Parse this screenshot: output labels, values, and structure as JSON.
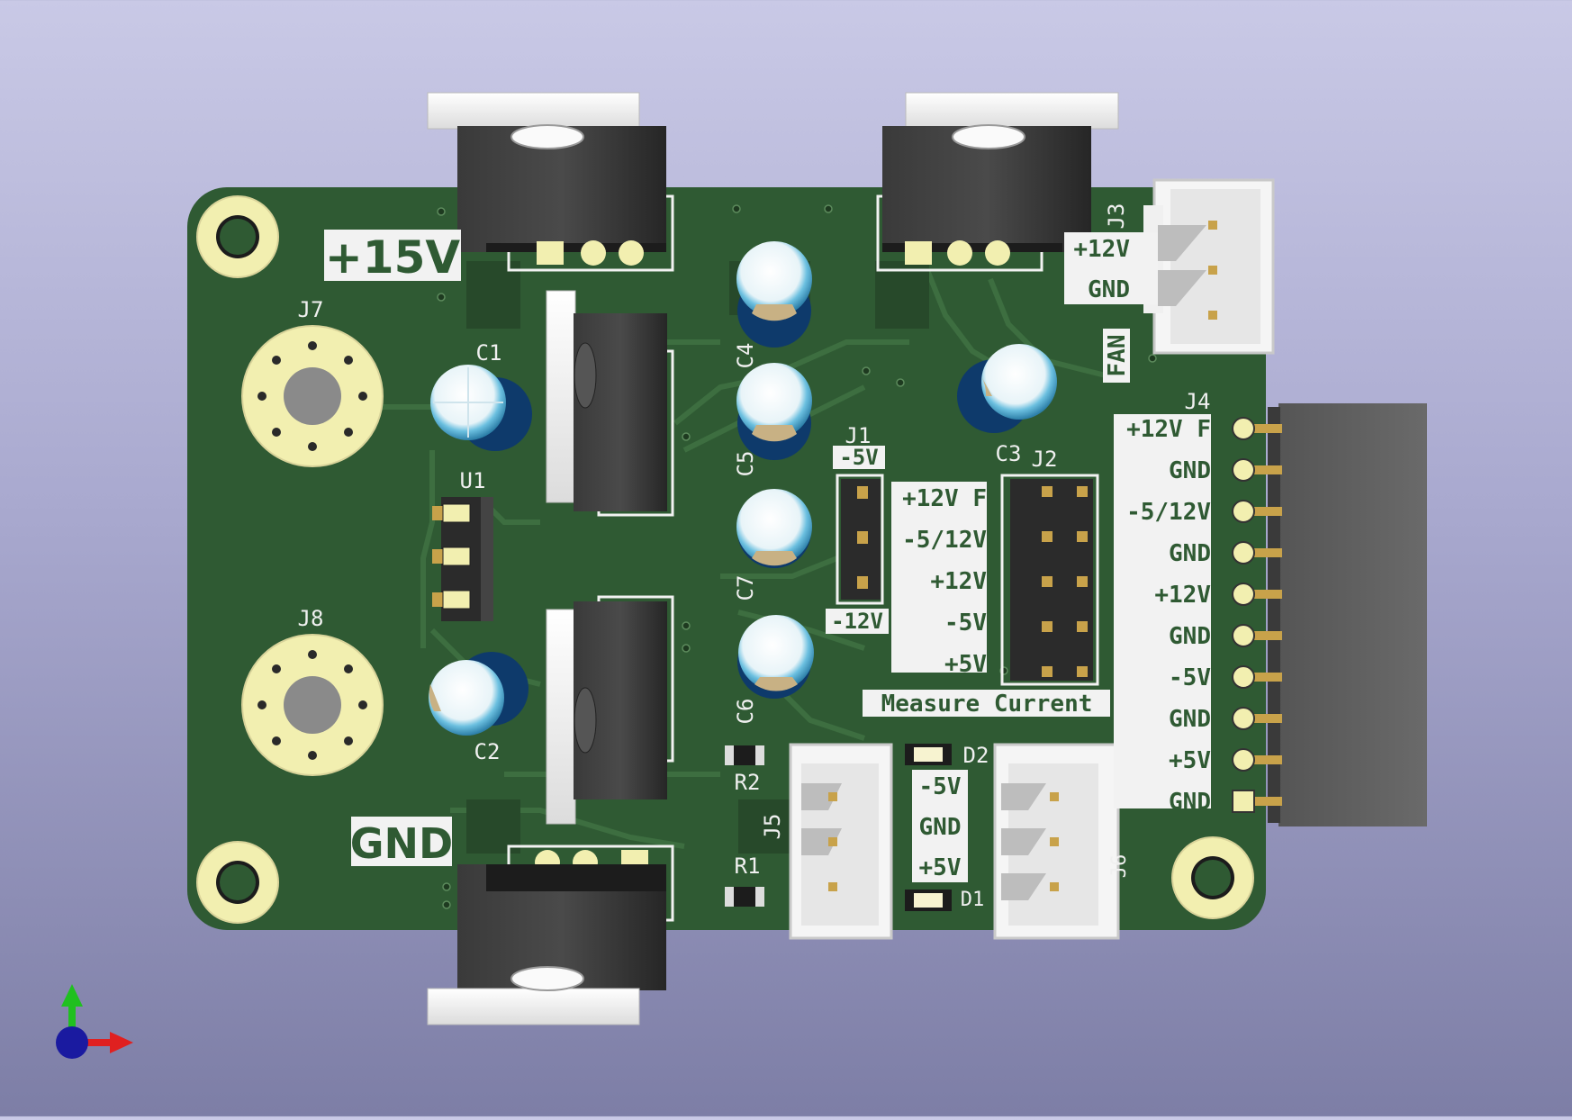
{
  "app": {
    "viewer": "KiCad 3D Viewer"
  },
  "colors": {
    "board": "#2f5a33",
    "copper_trace": "#3a6b3e",
    "pad_gold": "#f2efb0",
    "silk": "#f2f2f2",
    "cap_blue": "#5fb6d8",
    "regulator_black": "#2a2a2a",
    "heatsink_white": "#ffffff"
  },
  "board": {
    "power_labels": {
      "positive": "+15V",
      "ground": "GND"
    },
    "components": {
      "J1": "J1",
      "J2": "J2",
      "J3": "J3",
      "J4": "J4",
      "J5": "J5",
      "J6": "J6",
      "J7": "J7",
      "J8": "J8",
      "C1": "C1",
      "C2": "C2",
      "C3": "C3",
      "C4": "C4",
      "C5": "C5",
      "C6": "C6",
      "C7": "C7",
      "U1": "U1",
      "R1": "R1",
      "R2": "R2",
      "D1": "D1",
      "D2": "D2"
    },
    "j1_labels": {
      "top": "-5V",
      "bottom": "-12V"
    },
    "j1_j2_rails": [
      "+12V F",
      "-5/12V",
      "+12V",
      "-5V",
      "+5V"
    ],
    "measure_current": "Measure Current",
    "fan_connector": {
      "rail1": "+12V",
      "rail2": "GND",
      "label": "FAN"
    },
    "j4_pins": [
      "+12V F",
      "GND",
      "-5/12V",
      "GND",
      "+12V",
      "GND",
      "-5V",
      "GND",
      "+5V",
      "GND"
    ],
    "led_block": [
      "-5V",
      "GND",
      "+5V"
    ]
  },
  "axes_gizmo": {
    "x_color": "#e02020",
    "y_color": "#20c020",
    "z_color": "#1a1aa0"
  }
}
